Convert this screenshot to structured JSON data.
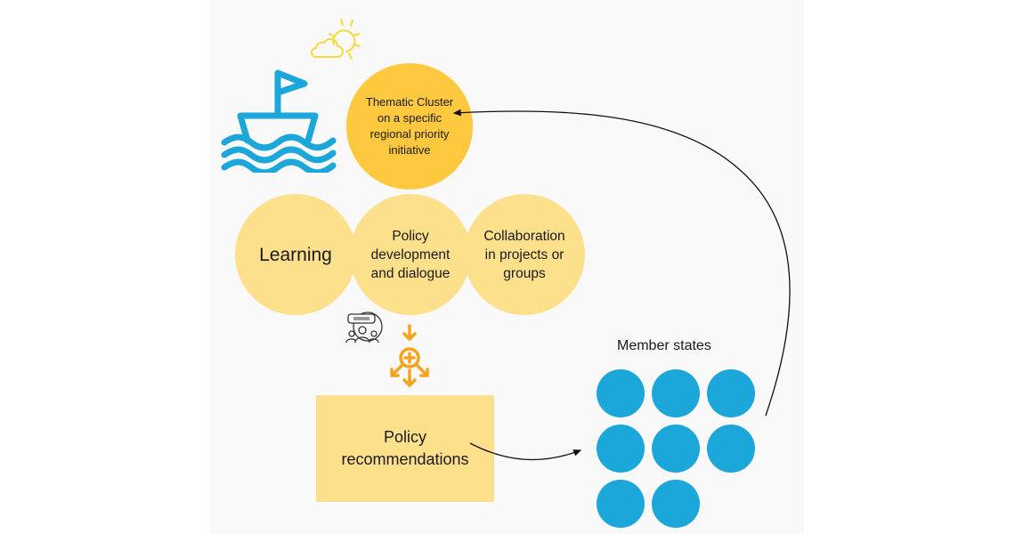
{
  "diagram": {
    "thematic_cluster": "Thematic Cluster on a specific regional priority initiative",
    "pillars": [
      {
        "label": "Learning"
      },
      {
        "label": "Policy development and dialogue"
      },
      {
        "label": "Collaboration in projects or groups"
      }
    ],
    "output_box": "Policy recommendations",
    "member_states": {
      "title": "Member states",
      "count": 8
    },
    "icons": {
      "weather": "sun-cloud-icon",
      "boat": "boat-on-waves-icon",
      "dialogue": "group-discussion-icon",
      "merge": "merge-arrows-icon"
    },
    "colors": {
      "thematic": "#fec93e",
      "pillar": "#fde08b",
      "member": "#1ba7d9",
      "accent_orange": "#f7a21b",
      "boat_blue": "#1ba7d9",
      "sun_yellow": "#fbd83c"
    },
    "connections": [
      {
        "from": "Policy recommendations",
        "to": "Member states"
      },
      {
        "from": "Member states",
        "to": "Thematic Cluster on a specific regional priority initiative"
      }
    ]
  }
}
